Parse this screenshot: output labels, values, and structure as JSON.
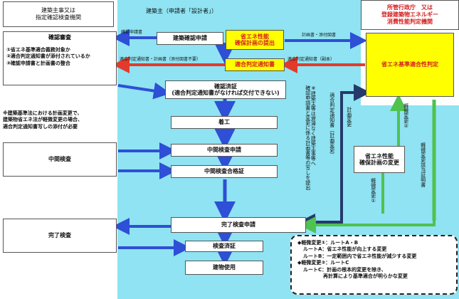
{
  "columns": {
    "authority": "建築主事又は\n指定確認検査機関",
    "applicant": "建築主（申請者「設計者」）",
    "judge": "所管行政庁　又は\n登録建築物エネルギー\n消費性能判定機関"
  },
  "left": {
    "review_title": "確認審査",
    "review_items": [
      "①省エネ基準適合義務対象か",
      "②適合判定通知書が添付されているか",
      "③確認申請書と計画書の整合"
    ],
    "change_note": "※建築基準法における計画変更で、\n建築物省エネ法が軽微変更の場合、\n適合判定通知書写しの添付が必要",
    "interim": "中間検査",
    "final": "完了検査"
  },
  "center": {
    "permit_application": "建築確認申請",
    "energy_plan_submit": "省エネ性能\n確保計画の提出",
    "notice": "適合判定通知書",
    "confirmed": "確認済証\n(適合判定通知書がなければ交付できない)",
    "construction": "着工",
    "interim_application": "中間検査申請",
    "interim_pass": "中間検査合格証",
    "final_application": "完了検査申請",
    "inspection_cert": "検査済証",
    "building_use": "建物使用",
    "plan_change": "省エネ性能\n確保計画の変更"
  },
  "judge": {
    "box": "省エネ基準適合性判定"
  },
  "labels": {
    "confirm_application": "確認申請書",
    "plan_docs": "計画書・添付図書",
    "notice_plan": "適合判定通知書・計画書（添付図書不要）",
    "notice_copy": "適合判定通知書（副本）",
    "plan_change_v": "計画変更",
    "minor_change_1": "軽微変更①",
    "minor_change_2": "軽微変更②",
    "minor_cert": "軽微変更該当証明書",
    "notice_change": "適合判定通知書（計画変更）",
    "submit_note": "※建築主等は遅滞なく建築主事等へ\n確認申請書と変更に係る計画書等の写しを提出"
  },
  "legend": {
    "title1": "◆軽微変更①：ルートA・B",
    "routeA": "ルートA：省エネ性能が向上する変更",
    "routeB": "ルートB：一定範囲内で省エネ性能が減少する変更",
    "title2": "◆軽微変更②：ルートC",
    "routeC1": "ルートC：計画の根本的変更を除き、",
    "routeC2": "再計算により基準適合が明らかな変更"
  },
  "colors": {
    "cyan": "#8fe3f2",
    "arrow_blue": "#2e4fd6",
    "arrow_green": "#4fc24f",
    "arrow_red": "#e23b2b",
    "arrow_navy": "#243a6b",
    "yellow": "#ffff00"
  }
}
